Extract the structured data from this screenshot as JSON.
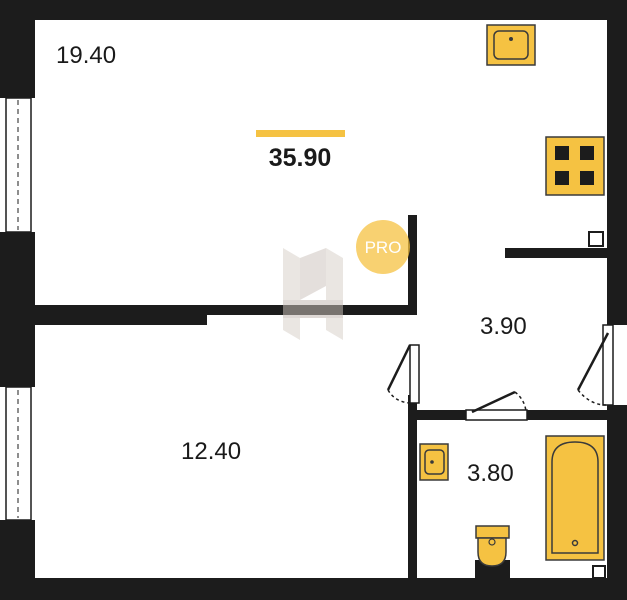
{
  "plan": {
    "total_area": "35.90",
    "rooms": [
      {
        "id": "living",
        "area": "19.40"
      },
      {
        "id": "bedroom",
        "area": "12.40"
      },
      {
        "id": "hall",
        "area": "3.90"
      },
      {
        "id": "bathroom",
        "area": "3.80"
      }
    ],
    "badge": "PRO",
    "colors": {
      "wall": "#1c1c1c",
      "fixture_fill": "#f5c242",
      "fixture_stroke": "#3a3a3a",
      "accent_bar": "#f5c242",
      "badge": "#f5c242",
      "logo": "#cfc6c0"
    },
    "fixtures": [
      "sink-icon",
      "stove-icon",
      "sink-icon",
      "bathtub-icon",
      "toilet-icon"
    ]
  }
}
